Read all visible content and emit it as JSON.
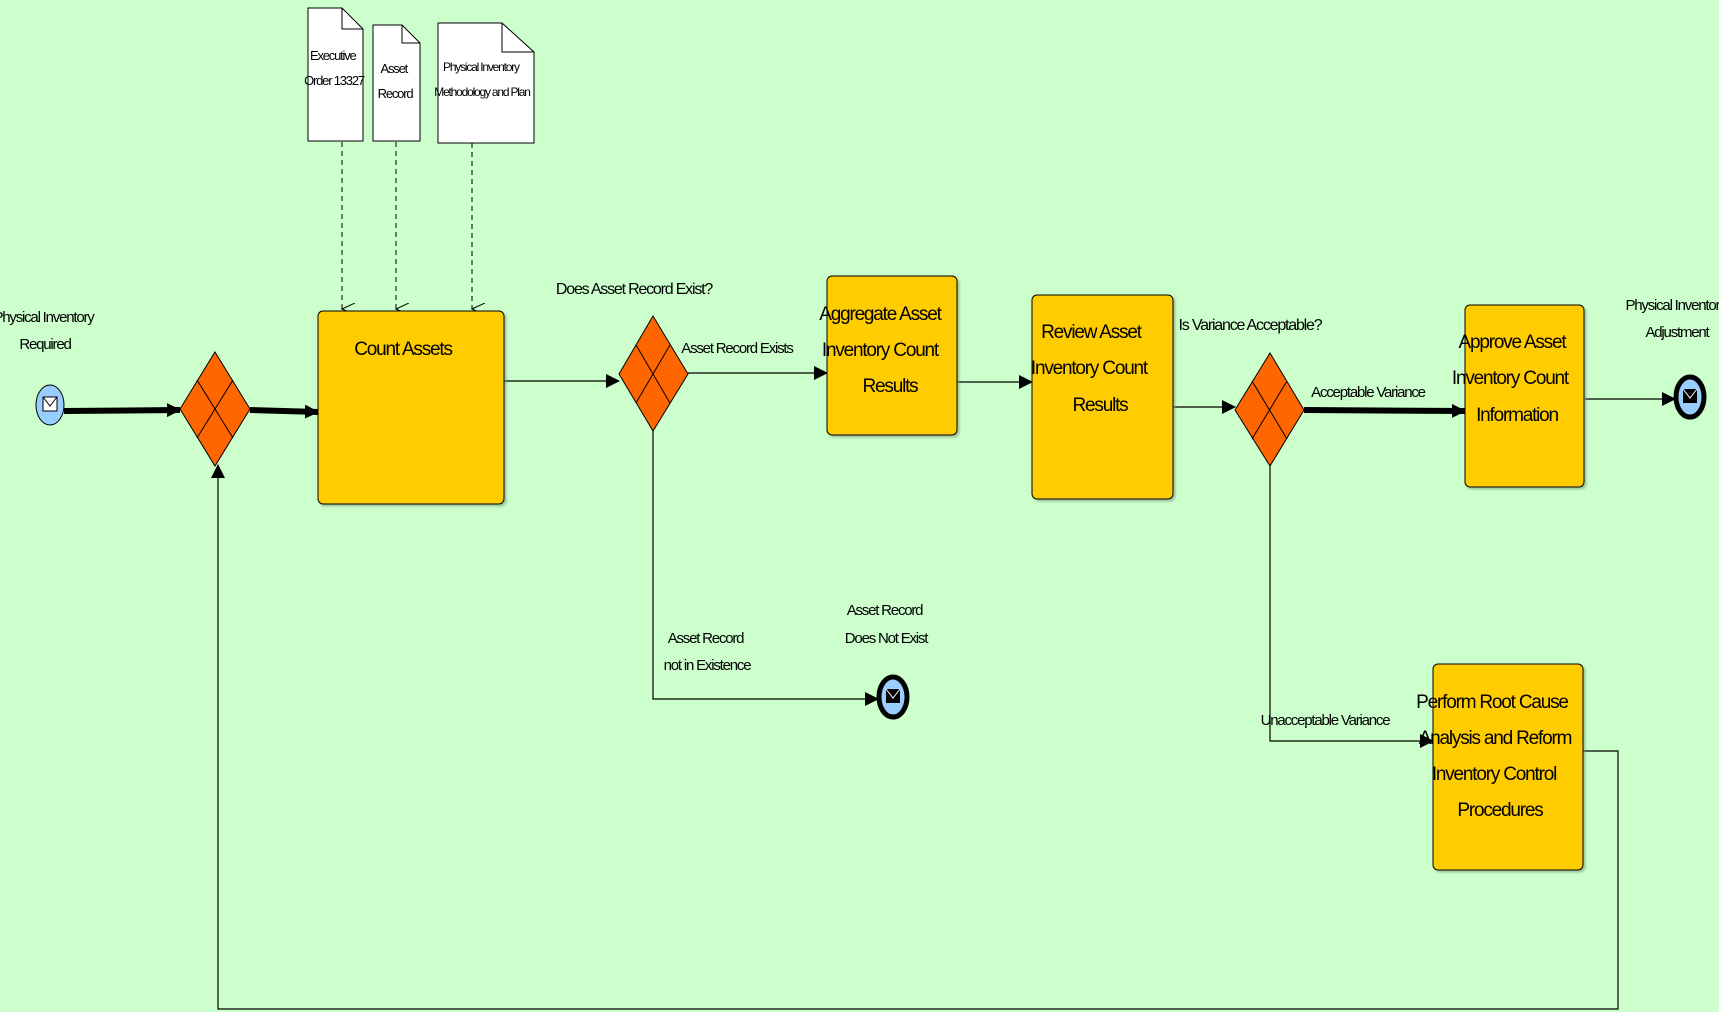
{
  "colors": {
    "background": "#ccffcc",
    "task_fill": "#ffcc00",
    "gateway_fill": "#ff6600",
    "event_fill": "#99ccff",
    "document_fill": "#ffffff"
  },
  "documents": {
    "exec_order": [
      "Executive",
      "Order 13327"
    ],
    "asset_record": [
      "Asset",
      "Record"
    ],
    "methodology": [
      "Physical Inventory",
      "Methodology and Plan"
    ]
  },
  "events": {
    "start": {
      "label": [
        "Physical Inventory",
        "Required"
      ],
      "icon": "envelope-icon"
    },
    "end_not_exist": {
      "label": [
        "Asset Record",
        "Does Not Exist"
      ],
      "icon": "envelope-filled-icon"
    },
    "end_adjustment": {
      "label": [
        "Physical Inventory",
        "Adjustment"
      ],
      "icon": "envelope-filled-icon"
    }
  },
  "tasks": {
    "count_assets": [
      "Count Assets"
    ],
    "aggregate": [
      "Aggregate Asset",
      "Inventory Count",
      "Results"
    ],
    "review": [
      "Review Asset",
      "Inventory Count",
      "Results"
    ],
    "approve": [
      "Approve Asset",
      "Inventory Count",
      "Information"
    ],
    "root_cause": [
      "Perform Root Cause",
      "Analysis and Reform",
      "Inventory Control",
      "Procedures"
    ]
  },
  "gateways": {
    "merge": "",
    "record_exists": "Does Asset Record Exist?",
    "variance": "Is Variance Acceptable?"
  },
  "flow_labels": {
    "record_exists": "Asset Record Exists",
    "not_in_existence": [
      "Asset Record",
      "not in Existence"
    ],
    "acceptable": "Acceptable Variance",
    "unacceptable": "Unacceptable Variance"
  }
}
